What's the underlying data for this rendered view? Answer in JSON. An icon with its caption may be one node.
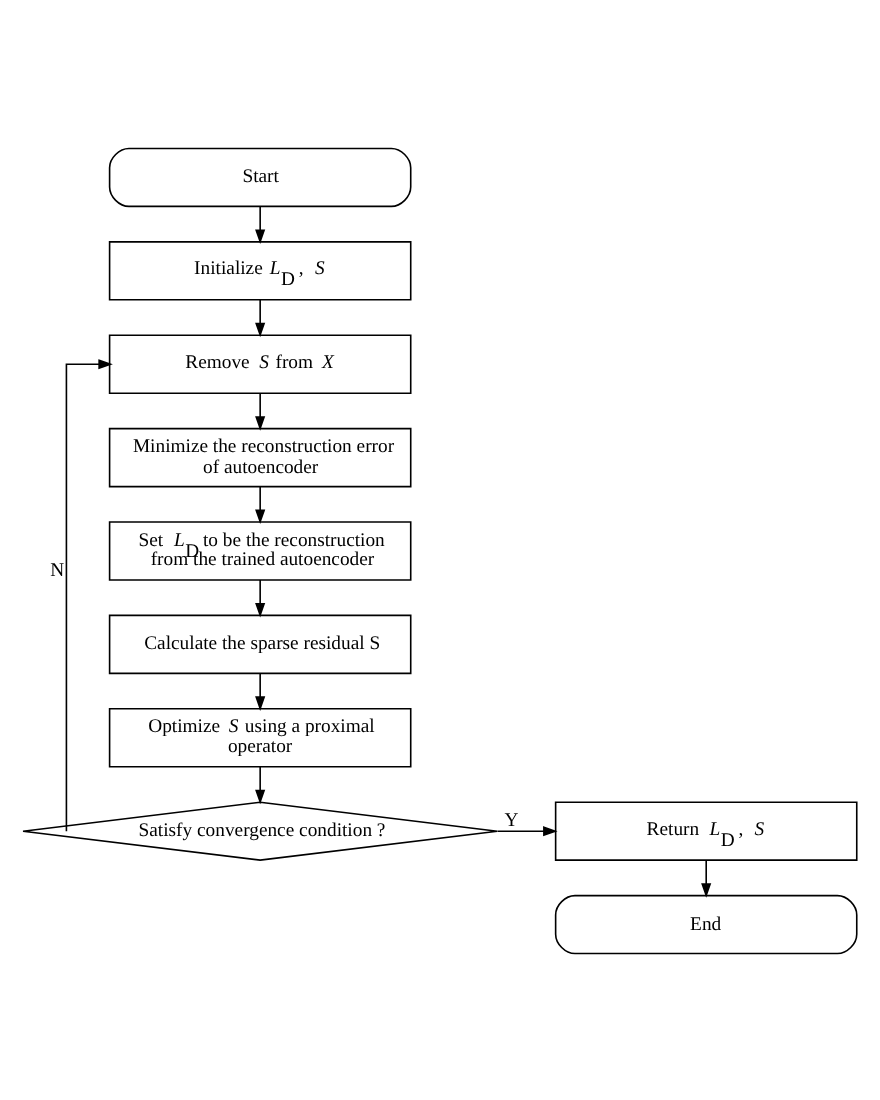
{
  "diagram": {
    "nodes": [
      {
        "text": [
          "Start"
        ]
      },
      {
        "text": [
          "Initialize *L*$_{D}$ , *S*"
        ]
      },
      {
        "text": [
          "Remove *S* from *X*"
        ]
      },
      {
        "text": [
          "Minimize the reconstruction error of autoencoder"
        ]
      },
      {
        "text": [
          "Set *L*$_{D}$ to be the reconstruction from the trained autoencoder"
        ]
      },
      {
        "text": [
          "Calculate the sparse residual S"
        ]
      },
      {
        "text": [
          "Optimize *S* using a proximal operator"
        ]
      },
      {
        "text": [
          "Satisfy convergence condition ?"
        ]
      },
      {
        "text": [
          "Return *L*$_{D}$ , *S*"
        ]
      },
      {
        "text": [
          "End"
        ]
      }
    ],
    "edges": [
      {
        "from": 0,
        "to": 1,
        "arrow": "to"
      },
      {
        "from": 1,
        "to": 2,
        "arrow": "to"
      },
      {
        "from": 2,
        "to": 3,
        "arrow": "to"
      },
      {
        "from": 3,
        "to": 4,
        "arrow": "to"
      },
      {
        "from": 4,
        "to": 5,
        "arrow": "to"
      },
      {
        "from": 5,
        "to": 6,
        "arrow": "to"
      },
      {
        "from": 6,
        "to": 7,
        "arrow": "to"
      },
      {
        "from": 7,
        "to": 8,
        "arrow": "to",
        "label": "Y"
      },
      {
        "from": 8,
        "to": 9,
        "arrow": "to"
      },
      {
        "from": 7,
        "to": 2,
        "arrow": "to",
        "label": "N"
      }
    ]
  }
}
